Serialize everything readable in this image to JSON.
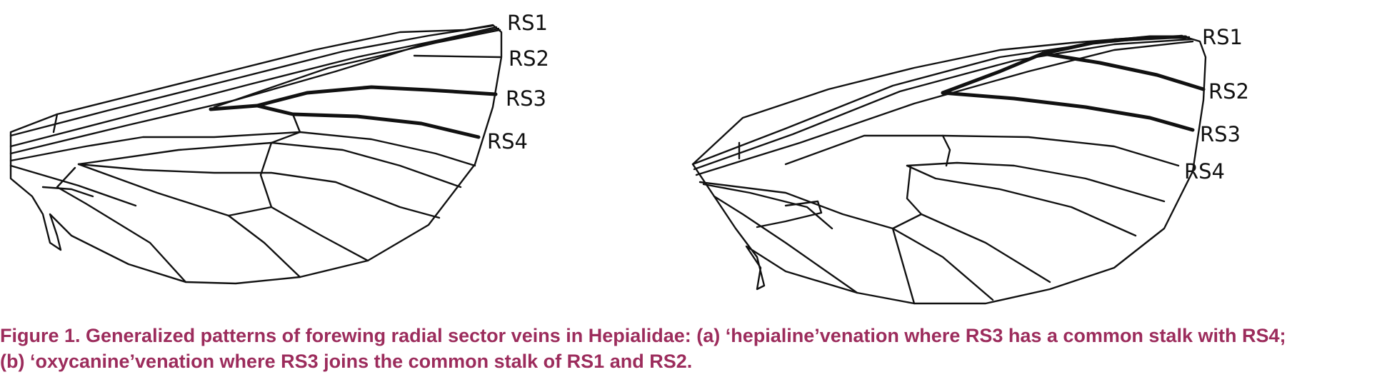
{
  "figure": {
    "labels_a": [
      "RS1",
      "RS2",
      "RS3",
      "RS4"
    ],
    "labels_b": [
      "RS1",
      "RS2",
      "RS3",
      "RS4"
    ],
    "ink_color": "#111111"
  },
  "caption": {
    "line1": "Figure 1. Generalized patterns of forewing radial sector veins in Hepialidae: (a) ‘hepialine’venation where RS3 has a common stalk with RS4;",
    "line2": "(b) ‘oxycanine’venation where RS3 joins the common stalk of RS1 and RS2.",
    "color": "#9c2c5c"
  }
}
